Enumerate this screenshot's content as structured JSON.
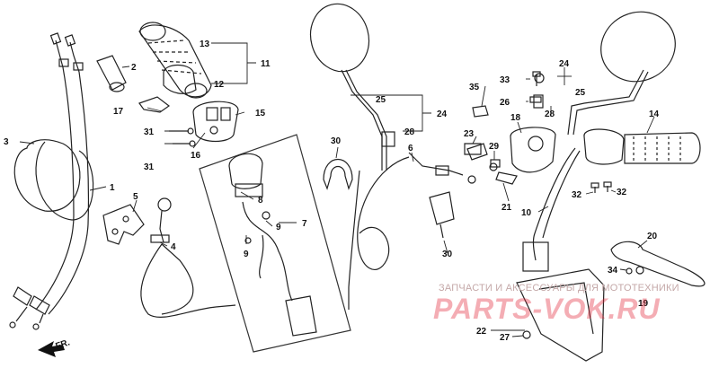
{
  "diagram": {
    "labels": {
      "l1": "1",
      "l2": "2",
      "l3": "3",
      "l4": "4",
      "l5": "5",
      "l6": "6",
      "l7": "7",
      "l8": "8",
      "l9a": "9",
      "l9b": "9",
      "l10": "10",
      "l11": "11",
      "l12": "12",
      "l13": "13",
      "l14": "14",
      "l15": "15",
      "l16": "16",
      "l17": "17",
      "l18": "18",
      "l19": "19",
      "l20": "20",
      "l21": "21",
      "l22": "22",
      "l23": "23",
      "l24a": "24",
      "l24b": "24",
      "l25a": "25",
      "l25b": "25",
      "l26": "26",
      "l27": "27",
      "l28a": "28",
      "l28b": "28",
      "l29": "29",
      "l30a": "30",
      "l30b": "30",
      "l31a": "31",
      "l31b": "31",
      "l32a": "32",
      "l32b": "32",
      "l33": "33",
      "l34": "34",
      "l35": "35"
    },
    "front_marker": "FR."
  },
  "watermark": {
    "subtitle": "ЗАПЧАСТИ И АКСЕССУАРЫ ДЛЯ МОТОТЕХНИКИ",
    "brand": "PARTS-VOK.RU"
  }
}
